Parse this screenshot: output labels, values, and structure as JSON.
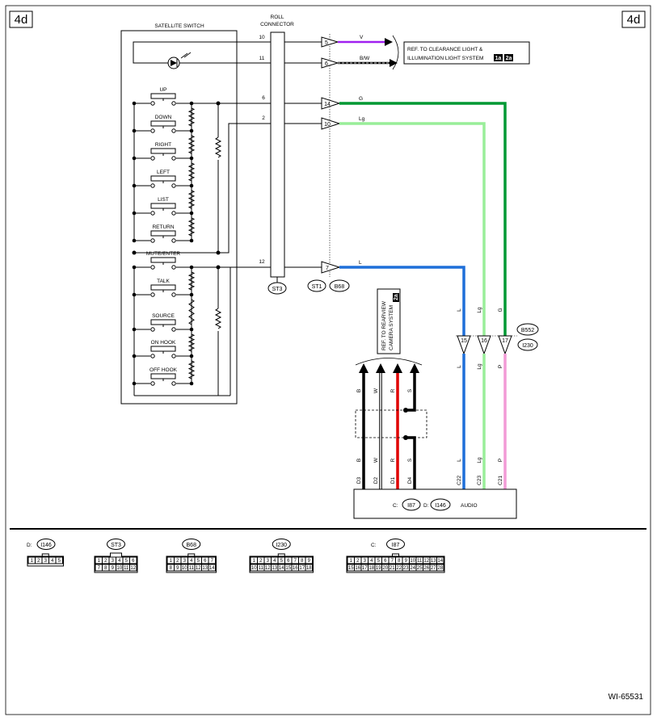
{
  "page_label": "4d",
  "footer_id": "WI-65531",
  "switch": {
    "title": "SATELLITE SWITCH",
    "buttons": [
      "UP",
      "DOWN",
      "RIGHT",
      "LEFT",
      "LIST",
      "RETURN",
      "MUTE/ENTER",
      "TALK",
      "SOURCE",
      "ON HOOK",
      "OFF HOOK"
    ]
  },
  "roll_connector": {
    "title_line1": "ROLL",
    "title_line2": "CONNECTOR",
    "pins": [
      "10",
      "11",
      "6",
      "2",
      "12"
    ],
    "connector": "ST3"
  },
  "jumper_connectors": [
    "ST1",
    "B68"
  ],
  "terminals": {
    "t1": "5",
    "t2": "6",
    "t3": "14",
    "t4": "10",
    "t5": "7"
  },
  "wires": {
    "w1": "V",
    "w2": "B/W",
    "w3": "G",
    "w4": "Lg",
    "w5": "L"
  },
  "ref_clearance": {
    "line1": "REF. TO CLEARANCE LIGHT &",
    "line2": "ILLUMINATION LIGHT SYSTEM",
    "tag1": "1a",
    "tag2": "2a"
  },
  "ref_rearview": {
    "line1": "REF. TO REARVIEW",
    "line2": "CAMERA SYSTEM",
    "tag": "2a"
  },
  "mid_connector": {
    "pins": [
      "15",
      "16",
      "17"
    ],
    "codes": [
      "B552",
      "I230"
    ],
    "upper_wires": [
      "L",
      "Lg",
      "G"
    ],
    "lower_wires": [
      "L",
      "Lg",
      "P"
    ]
  },
  "audio_wires": {
    "colors": [
      "B",
      "W",
      "R",
      "S"
    ],
    "left_pins": [
      "D3",
      "D2",
      "D1",
      "D4"
    ],
    "right_wires": [
      "L",
      "Lg",
      "P"
    ],
    "right_pins": [
      "C22",
      "C23",
      "C21"
    ]
  },
  "audio_unit": {
    "label": "AUDIO",
    "prefix_c": "C:",
    "conn_c": "I87",
    "prefix_d": "D:",
    "conn_d": "I146"
  },
  "connectors_legend": [
    {
      "prefix": "D:",
      "name": "I146",
      "row1": [
        "1",
        "2",
        "3",
        "4",
        "5"
      ],
      "row2": []
    },
    {
      "prefix": "",
      "name": "ST3",
      "row1": [
        "1",
        "2",
        "3",
        "4",
        "5",
        "6"
      ],
      "row2": [
        "7",
        "8",
        "9",
        "10",
        "11",
        "12"
      ]
    },
    {
      "prefix": "",
      "name": "B68",
      "row1": [
        "1",
        "2",
        "3",
        "4",
        "5",
        "6",
        "7"
      ],
      "row2": [
        "8",
        "9",
        "10",
        "11",
        "12",
        "13",
        "14"
      ]
    },
    {
      "prefix": "",
      "name": "I230",
      "row1": [
        "1",
        "2",
        "3",
        "4",
        "5",
        "6",
        "7",
        "8",
        "9"
      ],
      "row2": [
        "10",
        "11",
        "12",
        "13",
        "14",
        "15",
        "16",
        "17",
        "18"
      ]
    },
    {
      "prefix": "C:",
      "name": "I87",
      "row1": [
        "1",
        "2",
        "3",
        "4",
        "5",
        "6",
        "7",
        "8",
        "9",
        "10",
        "11",
        "12",
        "13",
        "14"
      ],
      "row2": [
        "15",
        "16",
        "17",
        "18",
        "19",
        "20",
        "21",
        "22",
        "23",
        "24",
        "25",
        "26",
        "27",
        "28"
      ]
    }
  ],
  "colors": {
    "violet": "#a020f0",
    "green": "#009933",
    "light_green": "#99ee99",
    "blue": "#1e6fd9",
    "pink": "#f29ad6",
    "red": "#e00000",
    "black": "#000000"
  }
}
